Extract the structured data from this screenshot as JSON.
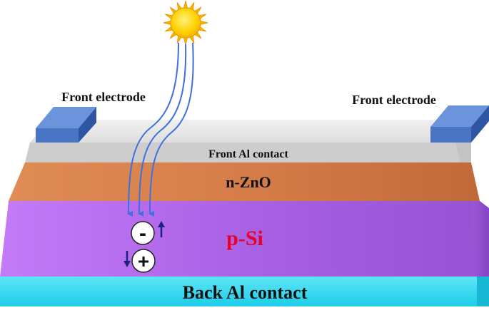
{
  "labels": {
    "front_electrode_left": "Front electrode",
    "front_electrode_right": "Front electrode",
    "front_al_contact": "Front Al contact",
    "n_zno": "n-ZnO",
    "p_si": "p-Si",
    "back_al_contact": "Back Al contact"
  },
  "carriers": {
    "electron_symbol": "-",
    "hole_symbol": "+"
  },
  "colors": {
    "p_si_label": "#e8002a",
    "front_electrode": "#4a74c4",
    "front_al_contact": "#d9d9d9",
    "n_zno": "#d07a47",
    "p_si": "#a95fe0",
    "back_al_contact": "#2fd7ef",
    "sun": "#ffd21a",
    "light_rays": "#3f6fe0"
  },
  "icons": {
    "sun": "sun-icon",
    "electron": "electron-icon",
    "hole": "hole-icon",
    "arrow_up": "arrow-up-icon",
    "arrow_down": "arrow-down-icon"
  }
}
